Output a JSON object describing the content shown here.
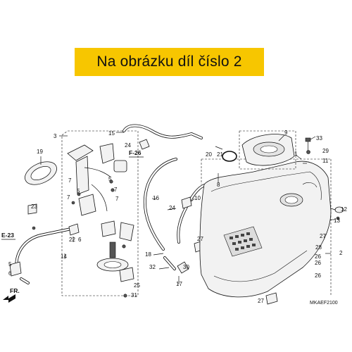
{
  "banner": {
    "text": "Na obrázku díl číslo 2",
    "color": "#f7c600"
  },
  "diagram": {
    "code": "MKAEF2100",
    "refs": {
      "e23": "E-23",
      "f26": "F-26",
      "fr": "FR."
    },
    "labels": {
      "l1": "1",
      "l2": "2",
      "l3": "3",
      "l5a": "5",
      "l5b": "5",
      "l6": "6",
      "l7a": "7",
      "l7b": "7",
      "l7c": "7",
      "l7d": "7",
      "l8": "8",
      "l9": "9",
      "l10": "10",
      "l11": "11",
      "l12": "12",
      "l13": "13",
      "l14": "14",
      "l15": "15",
      "l16": "16",
      "l17": "17",
      "l18": "18",
      "l19": "19",
      "l20": "20",
      "l21": "21",
      "l22": "22",
      "l23": "23",
      "l24a": "24",
      "l24b": "24",
      "l25": "25",
      "l26a": "26",
      "l26b": "26",
      "l26c": "26",
      "l27a": "27",
      "l27b": "27",
      "l27c": "27",
      "l28": "28",
      "l29": "29",
      "l30": "30",
      "l31": "31",
      "l32": "32",
      "l33": "33"
    }
  }
}
